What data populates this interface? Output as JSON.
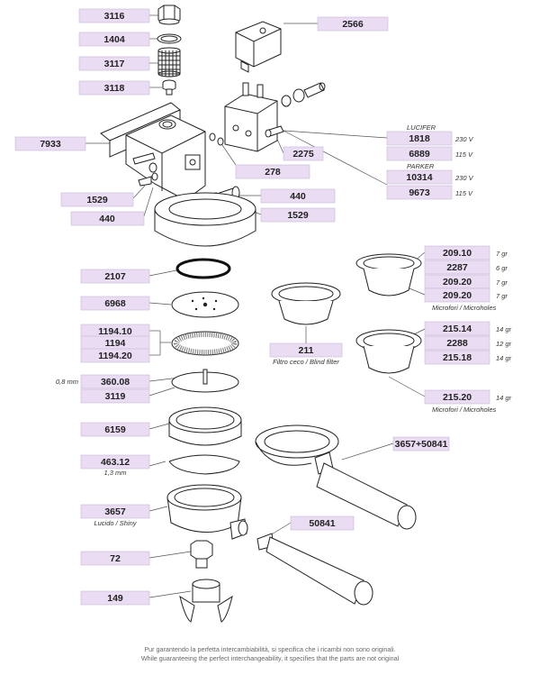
{
  "parts": {
    "p3116": "3116",
    "p1404": "1404",
    "p3117": "3117",
    "p3118": "3118",
    "p2566": "2566",
    "p7933": "7933",
    "p2275": "2275",
    "p278": "278",
    "p1529a": "1529",
    "p440a": "440",
    "p440b": "440",
    "p1529b": "1529",
    "p1818": "1818",
    "p6889": "6889",
    "p10314": "10314",
    "p9673": "9673",
    "p2107": "2107",
    "p6968": "6968",
    "p119410": "1194.10",
    "p1194": "1194",
    "p119420": "1194.20",
    "p36008": "360.08",
    "p3119": "3119",
    "p6159": "6159",
    "p46312": "463.12",
    "p3657": "3657",
    "p72": "72",
    "p149": "149",
    "p20910": "209.10",
    "p2287": "2287",
    "p20920a": "209.20",
    "p20920b": "209.20",
    "p211": "211",
    "p21514": "215.14",
    "p2288": "2288",
    "p21518": "215.18",
    "p21520": "215.20",
    "p365750841": "3657+50841",
    "p50841": "50841"
  },
  "notes": {
    "lucifer": "LUCIFER",
    "parker": "PARKER",
    "v230a": "230 V",
    "v115a": "115 V",
    "v230b": "230 V",
    "v115b": "115 V",
    "g7a": "7 gr",
    "g6": "6 gr",
    "g7b": "7 gr",
    "g7c": "7 gr",
    "g14a": "14 gr",
    "g12": "12 gr",
    "g14b": "14 gr",
    "g14c": "14 gr",
    "mm08": "0,8 mm",
    "mm13": "1,3 mm",
    "lucido": "Lucido / Shiny",
    "filtro": "Filtro ceco / Blind filter",
    "micro1": "Microfori / Microholes",
    "micro2": "Microfori / Microholes"
  },
  "footer": {
    "line1": "Pur garantendo la perfetta intercambiabilità, si specifica che i ricambi non sono originali.",
    "line2": "While guaranteeing the perfect interchangeability, it specifies that the parts are not original"
  }
}
